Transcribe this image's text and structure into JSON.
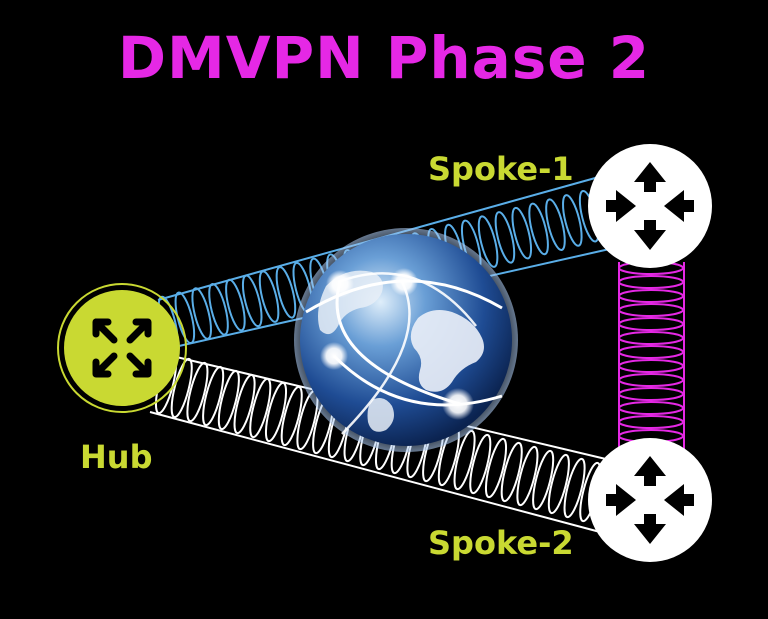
{
  "title": "DMVPN Phase 2",
  "nodes": {
    "hub": {
      "label": "Hub",
      "icon": "hub-router-icon"
    },
    "spoke1": {
      "label": "Spoke-1",
      "icon": "router-icon"
    },
    "spoke2": {
      "label": "Spoke-2",
      "icon": "router-icon"
    }
  },
  "center_icon": "internet-globe-icon",
  "tunnels": [
    {
      "from": "hub",
      "to": "spoke1",
      "color": "#5aaee8"
    },
    {
      "from": "hub",
      "to": "spoke2",
      "color": "#ffffff"
    },
    {
      "from": "spoke1",
      "to": "spoke2",
      "color": "#e528e5"
    }
  ],
  "colors": {
    "background": "#000000",
    "title": "#e528e5",
    "labels": "#c9d932",
    "hub": "#c9d932",
    "router": "#ffffff"
  }
}
